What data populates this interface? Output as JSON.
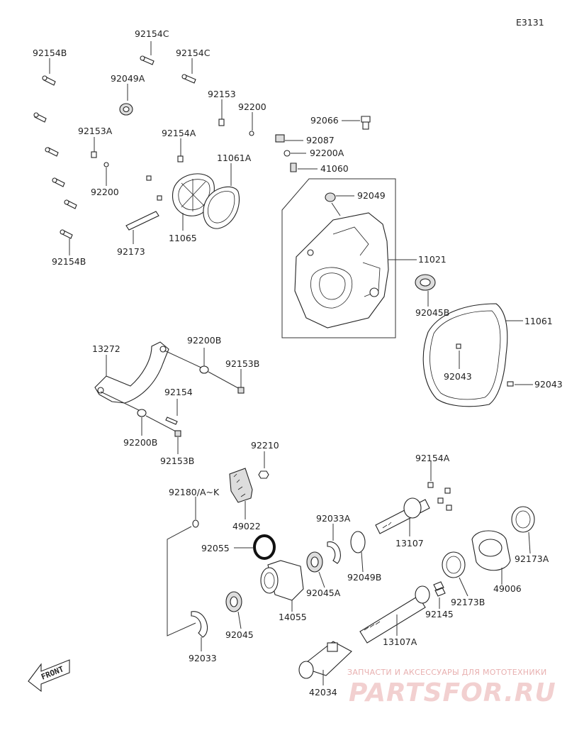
{
  "page_code": "E3131",
  "front_label": "FRONT",
  "watermark": {
    "line1": "ЗАПЧАСТИ И АКСЕССУАРЫ ДЛЯ МОТОТЕХНИКИ",
    "line2": "PARTSFOR.RU"
  },
  "labels": {
    "l92154C_a": "92154C",
    "l92154C_b": "92154C",
    "l92154B_a": "92154B",
    "l92049A": "92049A",
    "l92153": "92153",
    "l92200_a": "92200",
    "l92066": "92066",
    "l92153A": "92153A",
    "l92154A_a": "92154A",
    "l11061A": "11061A",
    "l92087": "92087",
    "l92200A": "92200A",
    "l41060": "41060",
    "l92049": "92049",
    "l92200_b": "92200",
    "l92173": "92173",
    "l11065": "11065",
    "l92154B_b": "92154B",
    "l11021": "11021",
    "l92045B": "92045B",
    "l11061": "11061",
    "l13272": "13272",
    "l92200B_a": "92200B",
    "l92153B_a": "92153B",
    "l92043_a": "92043",
    "l92043_b": "92043",
    "l92154": "92154",
    "l92200B_b": "92200B",
    "l92153B_b": "92153B",
    "l92210": "92210",
    "l92154A_b": "92154A",
    "l92180": "92180/A~K",
    "l49022": "49022",
    "l92033A": "92033A",
    "l13107": "13107",
    "l92055": "92055",
    "l92049B": "92049B",
    "l92173A": "92173A",
    "l92045A": "92045A",
    "l49006": "49006",
    "l92173B": "92173B",
    "l14055": "14055",
    "l92145": "92145",
    "l92045": "92045",
    "l13107A": "13107A",
    "l92033": "92033",
    "l42034": "42034"
  }
}
